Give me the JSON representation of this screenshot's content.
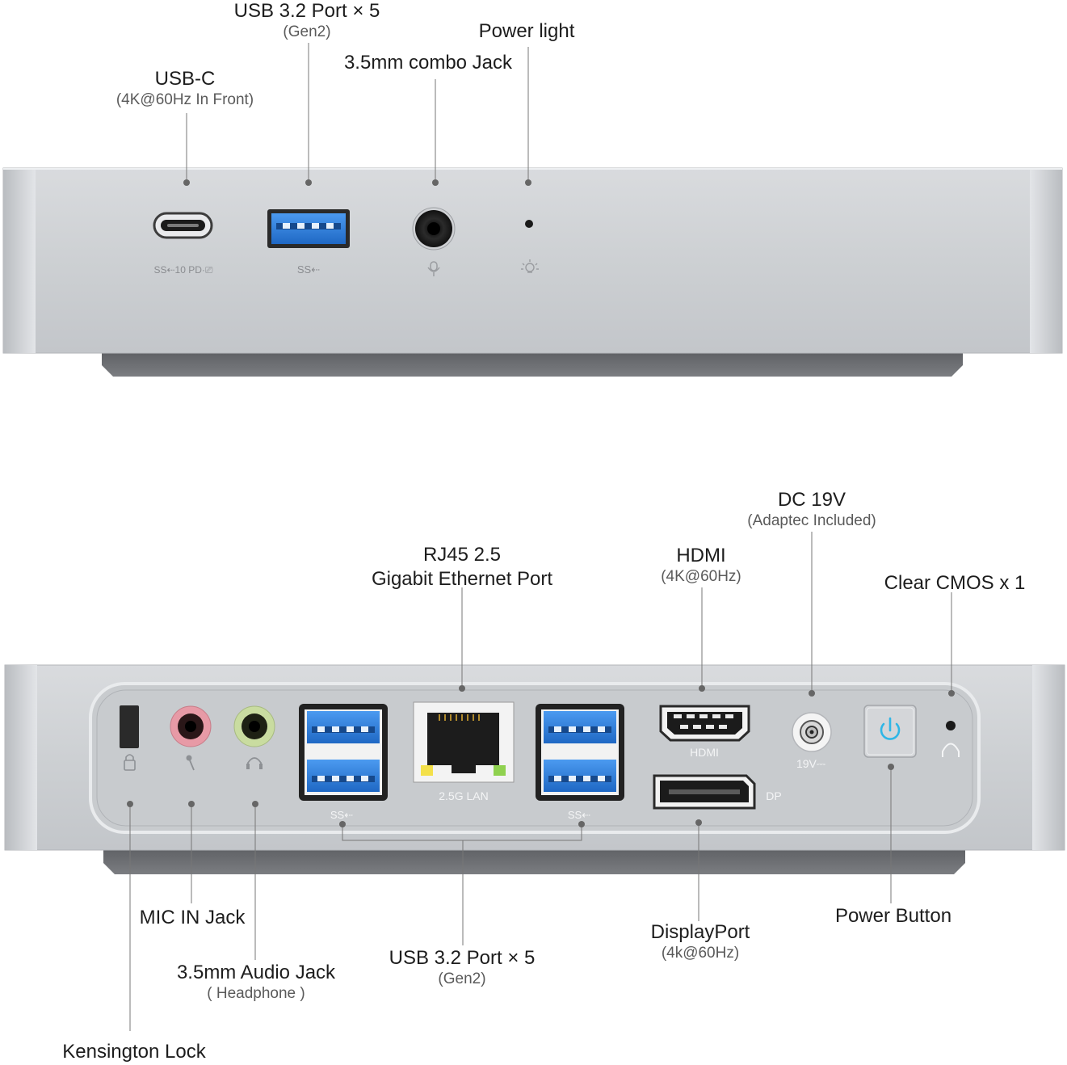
{
  "front": {
    "labels": {
      "usbc": {
        "title": "USB-C",
        "sub": "(4K@60Hz In Front)"
      },
      "usb32": {
        "title": "USB 3.2 Port × 5",
        "sub": "(Gen2)"
      },
      "combo": {
        "title": "3.5mm combo Jack"
      },
      "power_light": {
        "title": "Power light"
      }
    },
    "port_marks": {
      "usbc": "SS⇠10 PD·⎚",
      "usb": "SS⇠"
    }
  },
  "rear": {
    "labels": {
      "rj45": {
        "line1": "RJ45 2.5",
        "line2": "Gigabit Ethernet Port"
      },
      "hdmi": {
        "title": "HDMI",
        "sub": "(4K@60Hz)"
      },
      "dc": {
        "title": "DC 19V",
        "sub": "(Adaptec Included)"
      },
      "cmos": {
        "title": "Clear CMOS x 1"
      },
      "mic": {
        "title": "MIC IN Jack"
      },
      "audio": {
        "title": "3.5mm Audio Jack",
        "sub": "( Headphone )"
      },
      "kensington": {
        "title": "Kensington Lock"
      },
      "usb32": {
        "title": "USB 3.2 Port × 5",
        "sub": "(Gen2)"
      },
      "dp": {
        "title": "DisplayPort",
        "sub": "(4k@60Hz)"
      },
      "power_button": {
        "title": "Power Button"
      }
    },
    "port_marks": {
      "lan": "2.5G LAN",
      "hdmi": "HDMI",
      "dp": "DP",
      "dc": "19V⎓",
      "usb_left": "SS⇠",
      "usb_right": "SS⇠"
    }
  },
  "colors": {
    "chassis": "#cfd1d4",
    "chassis_dark": "#9fa2a6",
    "base": "#6f7175",
    "usb_blue": "#2f7fd6",
    "power_cyan": "#2fb6e6",
    "mic_pink": "#e79aa6",
    "audio_green": "#c9dca0"
  }
}
